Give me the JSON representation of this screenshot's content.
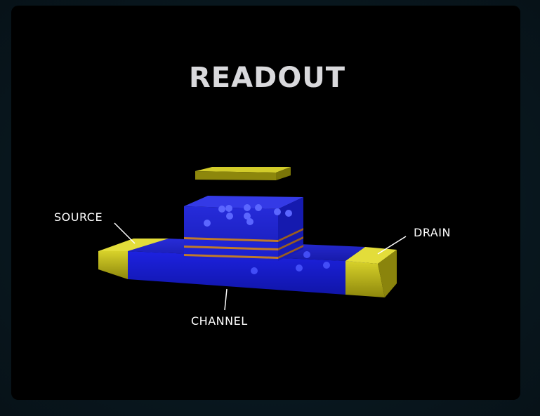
{
  "title": "READOUT",
  "labels": {
    "source": "SOURCE",
    "drain": "DRAIN",
    "channel": "CHANNEL"
  },
  "colors": {
    "background": "#000000",
    "title": "#d9d9dc",
    "electrode": "#c8c21a",
    "channel": "#1f24d8",
    "stack": "#2a2ee0",
    "stripe": "#c07a2a",
    "gate": "#b5ae14"
  }
}
